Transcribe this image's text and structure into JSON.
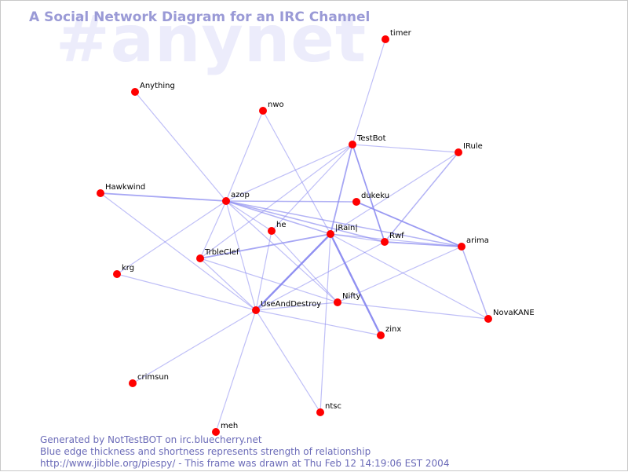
{
  "watermark": "#anynet",
  "title": "A Social Network Diagram for an IRC Channel",
  "footer": {
    "line1": "Generated by NotTestBOT on irc.bluecherry.net",
    "line2": "Blue edge thickness and shortness represents strength of relationship",
    "line3": "http://www.jibble.org/piespy/ - This frame was drawn at Thu Feb 12 14:19:06 EST 2004"
  },
  "colors": {
    "node": "#ff0000",
    "edge": "#8a8af0",
    "title": "#9a9ad6",
    "watermark": "#ececfb"
  },
  "nodes": [
    "timer",
    "Anything",
    "nwo",
    "TestBot",
    "IRule",
    "Hawkwind",
    "azop",
    "dukeku",
    "he",
    "|Rain|",
    "Rwf",
    "arima",
    "TrbleClef",
    "krg",
    "Nifty",
    "UseAndDestroy",
    "NovaKANE",
    "zinx",
    "crimsun",
    "ntsc",
    "meh"
  ],
  "edges": [
    {
      "source": "timer",
      "target": "TestBot",
      "weight": 1
    },
    {
      "source": "Anything",
      "target": "azop",
      "weight": 1
    },
    {
      "source": "nwo",
      "target": "azop",
      "weight": 1
    },
    {
      "source": "nwo",
      "target": "|Rain|",
      "weight": 1
    },
    {
      "source": "TestBot",
      "target": "IRule",
      "weight": 1
    },
    {
      "source": "TestBot",
      "target": "azop",
      "weight": 1
    },
    {
      "source": "TestBot",
      "target": "|Rain|",
      "weight": 2
    },
    {
      "source": "TestBot",
      "target": "Rwf",
      "weight": 2
    },
    {
      "source": "TestBot",
      "target": "he",
      "weight": 1
    },
    {
      "source": "TestBot",
      "target": "TrbleClef",
      "weight": 1
    },
    {
      "source": "IRule",
      "target": "|Rain|",
      "weight": 1
    },
    {
      "source": "Hawkwind",
      "target": "azop",
      "weight": 2
    },
    {
      "source": "Hawkwind",
      "target": "UseAndDestroy",
      "weight": 1
    },
    {
      "source": "azop",
      "target": "dukeku",
      "weight": 1.5
    },
    {
      "source": "azop",
      "target": "|Rain|",
      "weight": 1.5
    },
    {
      "source": "azop",
      "target": "Rwf",
      "weight": 1.5
    },
    {
      "source": "azop",
      "target": "arima",
      "weight": 1.5
    },
    {
      "source": "azop",
      "target": "he",
      "weight": 1
    },
    {
      "source": "azop",
      "target": "TrbleClef",
      "weight": 1
    },
    {
      "source": "azop",
      "target": "krg",
      "weight": 1
    },
    {
      "source": "azop",
      "target": "UseAndDestroy",
      "weight": 1
    },
    {
      "source": "azop",
      "target": "Nifty",
      "weight": 1
    },
    {
      "source": "dukeku",
      "target": "arima",
      "weight": 2
    },
    {
      "source": "dukeku",
      "target": "arima",
      "weight": 1
    },
    {
      "source": "he",
      "target": "UseAndDestroy",
      "weight": 1
    },
    {
      "source": "he",
      "target": "Nifty",
      "weight": 1
    },
    {
      "source": "|Rain|",
      "target": "Rwf",
      "weight": 1
    },
    {
      "source": "|Rain|",
      "target": "arima",
      "weight": 1
    },
    {
      "source": "|Rain|",
      "target": "TrbleClef",
      "weight": 2
    },
    {
      "source": "|Rain|",
      "target": "UseAndDestroy",
      "weight": 3
    },
    {
      "source": "|Rain|",
      "target": "zinx",
      "weight": 3
    },
    {
      "source": "|Rain|",
      "target": "ntsc",
      "weight": 1
    },
    {
      "source": "|Rain|",
      "target": "NovaKANE",
      "weight": 1
    },
    {
      "source": "Rwf",
      "target": "arima",
      "weight": 2
    },
    {
      "source": "Rwf",
      "target": "UseAndDestroy",
      "weight": 1
    },
    {
      "source": "Rwf",
      "target": "TestBot",
      "weight": 1
    },
    {
      "source": "Rwf",
      "target": "IRule",
      "weight": 1.5
    },
    {
      "source": "arima",
      "target": "NovaKANE",
      "weight": 1.5
    },
    {
      "source": "arima",
      "target": "Nifty",
      "weight": 1
    },
    {
      "source": "TrbleClef",
      "target": "UseAndDestroy",
      "weight": 1
    },
    {
      "source": "TrbleClef",
      "target": "Nifty",
      "weight": 1
    },
    {
      "source": "Nifty",
      "target": "UseAndDestroy",
      "weight": 1
    },
    {
      "source": "Nifty",
      "target": "NovaKANE",
      "weight": 1
    },
    {
      "source": "UseAndDestroy",
      "target": "crimsun",
      "weight": 1
    },
    {
      "source": "UseAndDestroy",
      "target": "meh",
      "weight": 1
    },
    {
      "source": "UseAndDestroy",
      "target": "ntsc",
      "weight": 1
    },
    {
      "source": "UseAndDestroy",
      "target": "zinx",
      "weight": 1
    },
    {
      "source": "UseAndDestroy",
      "target": "krg",
      "weight": 1
    }
  ]
}
